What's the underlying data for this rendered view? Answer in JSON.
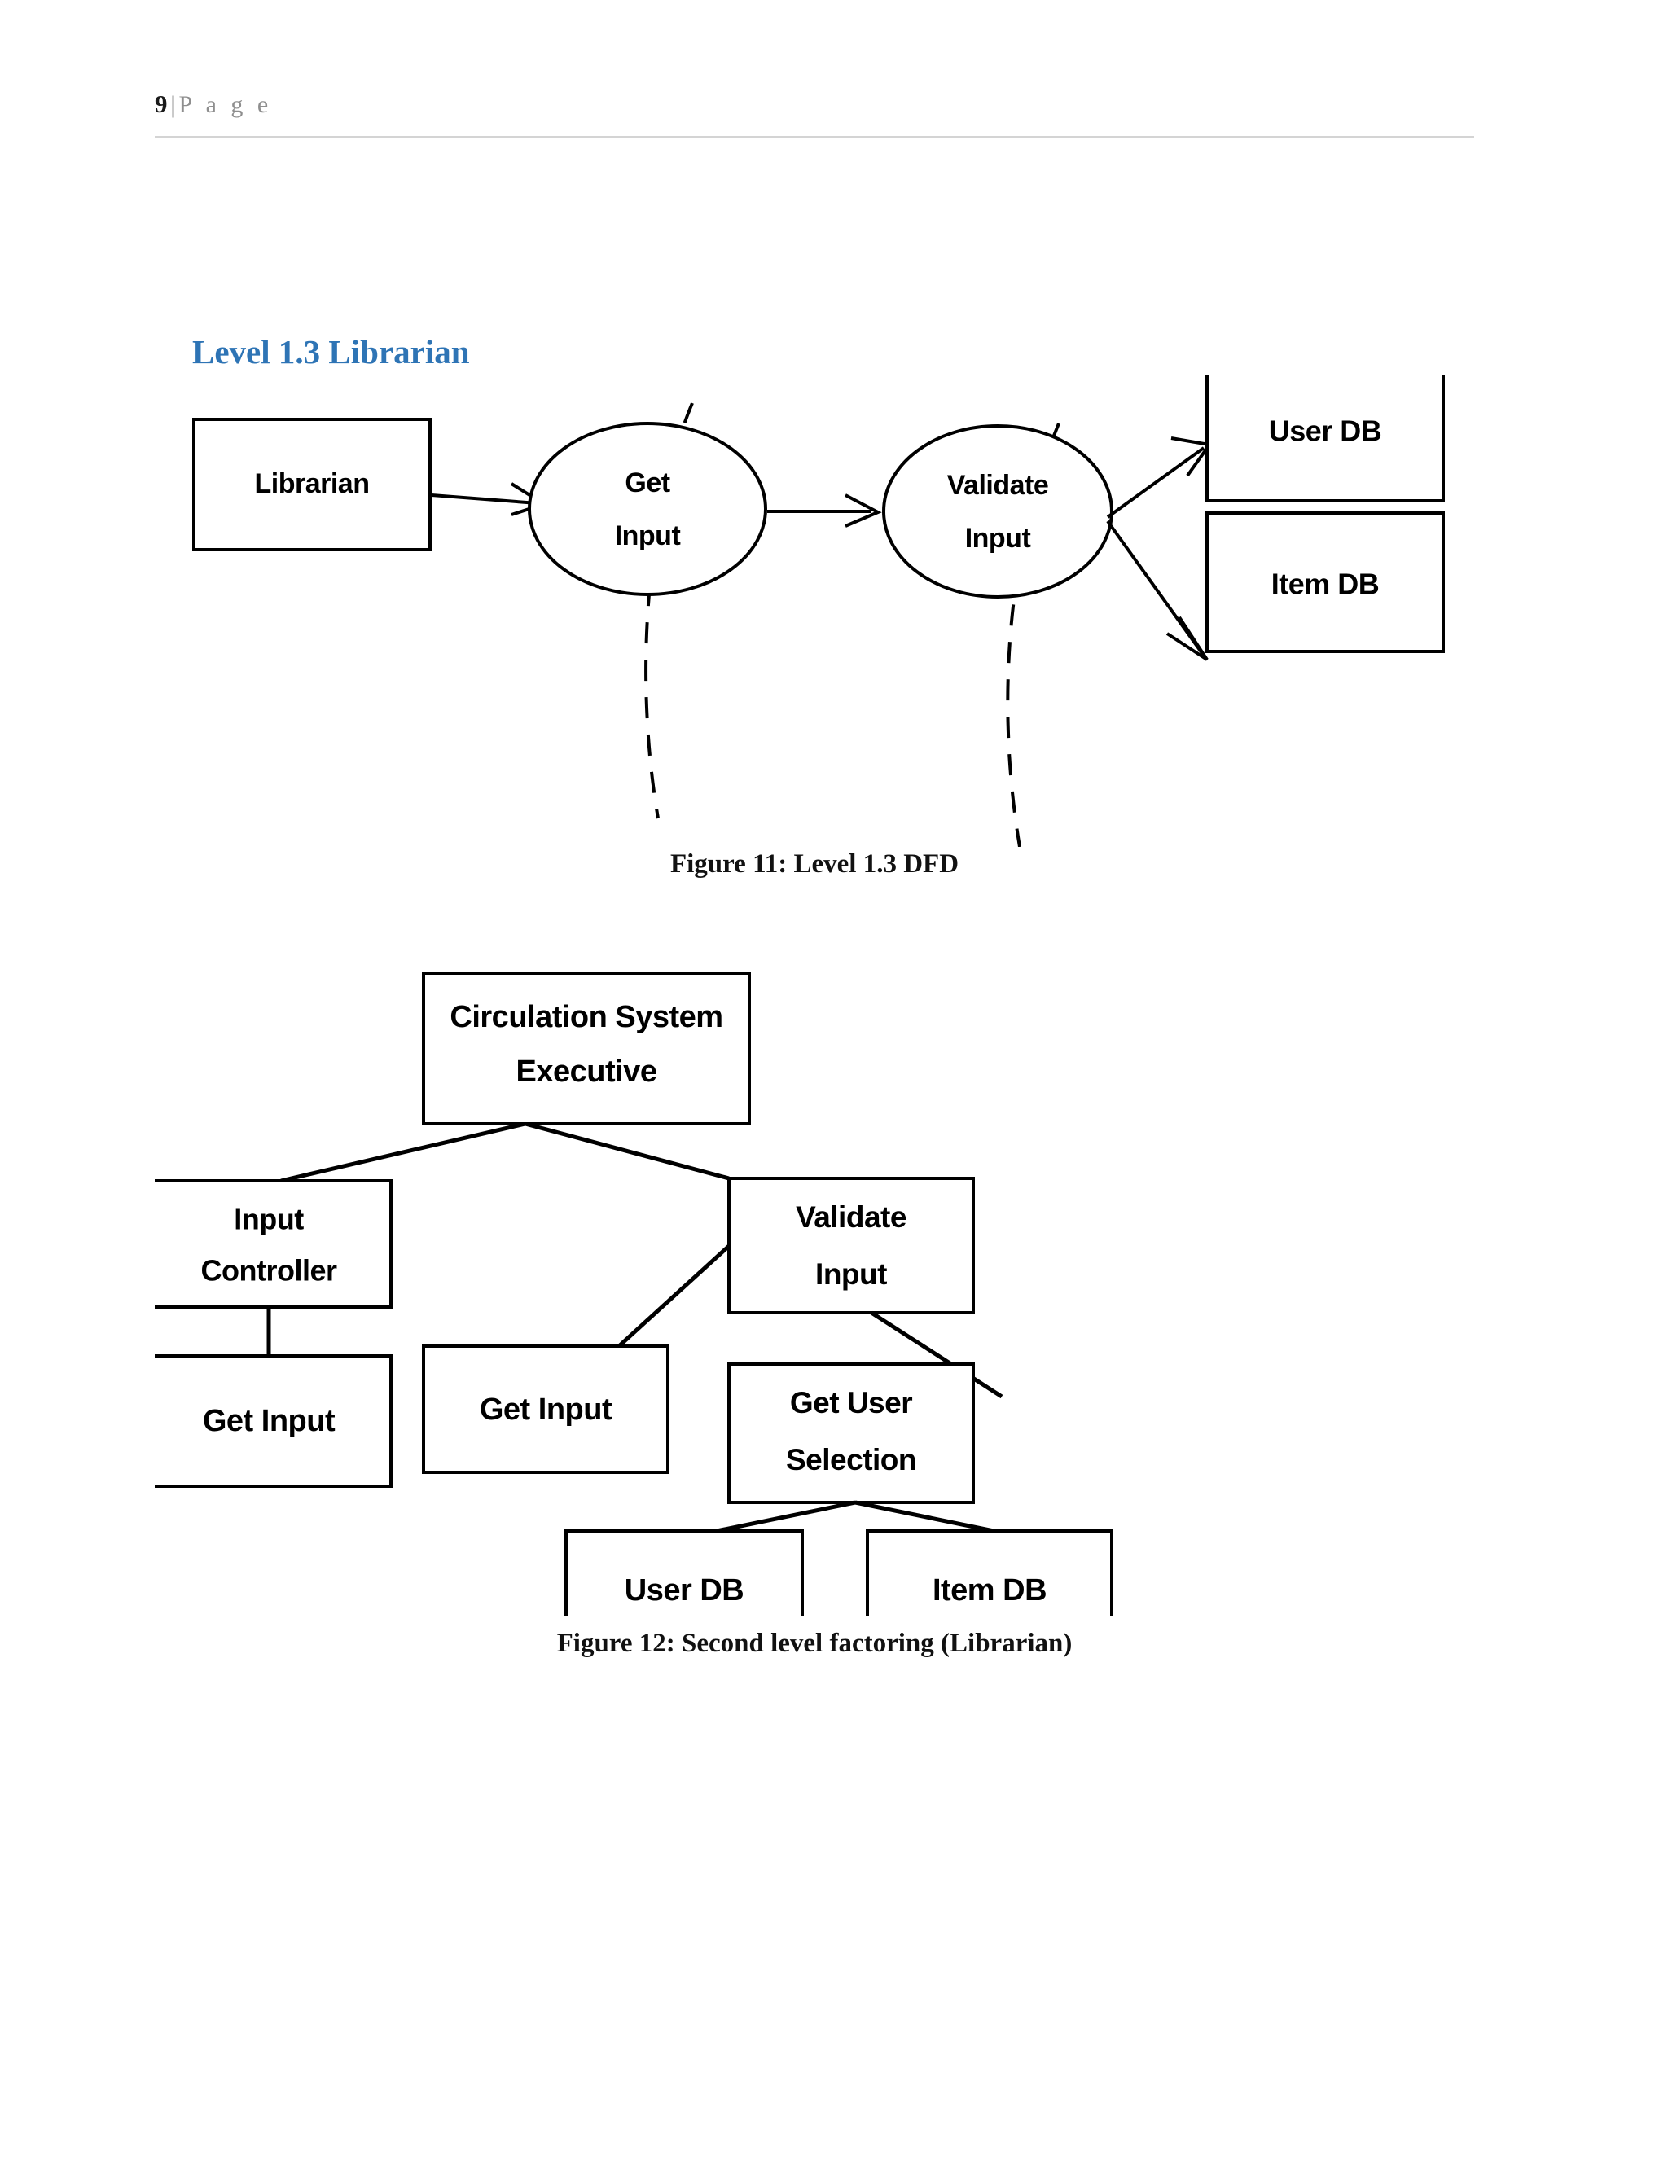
{
  "page": {
    "number": "9",
    "separator": "|",
    "word": "P a g e"
  },
  "heading": {
    "text": "Level 1.3 Librarian"
  },
  "figure11": {
    "caption": "Figure 11: Level 1.3 DFD",
    "nodes": {
      "librarian": "Librarian",
      "get_input_line1": "Get",
      "get_input_line2": "Input",
      "validate_input_line1": "Validate",
      "validate_input_line2": "Input",
      "user_db": "User DB",
      "item_db": "Item DB"
    }
  },
  "figure12": {
    "caption": "Figure 12: Second level factoring (Librarian)",
    "nodes": {
      "root_line1": "Circulation System",
      "root_line2": "Executive",
      "input_controller_line1": "Input",
      "input_controller_line2": "Controller",
      "get_input_left": "Get Input",
      "validate_input_line1": "Validate",
      "validate_input_line2": "Input",
      "get_input_mid": "Get Input",
      "get_user_selection_line1": "Get User",
      "get_user_selection_line2": "Selection",
      "user_db": "User DB",
      "item_db": "Item DB"
    }
  },
  "colors": {
    "heading_blue": "#2e74b5",
    "rule_gray": "#d4d4d4",
    "ink": "#000000"
  }
}
